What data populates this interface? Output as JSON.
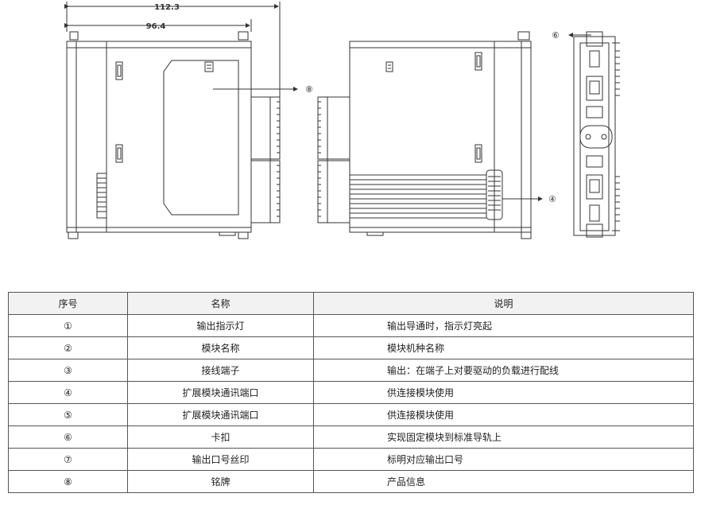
{
  "drawing": {
    "dim_overall": "112.3",
    "dim_body": "96.4",
    "callout_nameplate": "⑧",
    "callout_connector": "④",
    "callout_clip": "⑥"
  },
  "table": {
    "headers": [
      "序号",
      "名称",
      "说明"
    ],
    "rows": [
      {
        "no": "①",
        "name": "输出指示灯",
        "desc": "输出导通时，指示灯亮起"
      },
      {
        "no": "②",
        "name": "模块名称",
        "desc": "模块机种名称"
      },
      {
        "no": "③",
        "name": "接线端子",
        "desc": "输出：在端子上对要驱动的负载进行配线"
      },
      {
        "no": "④",
        "name": "扩展模块通讯端口",
        "desc": "供连接模块使用"
      },
      {
        "no": "⑤",
        "name": "扩展模块通讯端口",
        "desc": "供连接模块使用"
      },
      {
        "no": "⑥",
        "name": "卡扣",
        "desc": "实现固定模块到标准导轨上"
      },
      {
        "no": "⑦",
        "name": "输出口号丝印",
        "desc": "标明对应输出口号"
      },
      {
        "no": "⑧",
        "name": "铭牌",
        "desc": "产品信息"
      }
    ]
  }
}
